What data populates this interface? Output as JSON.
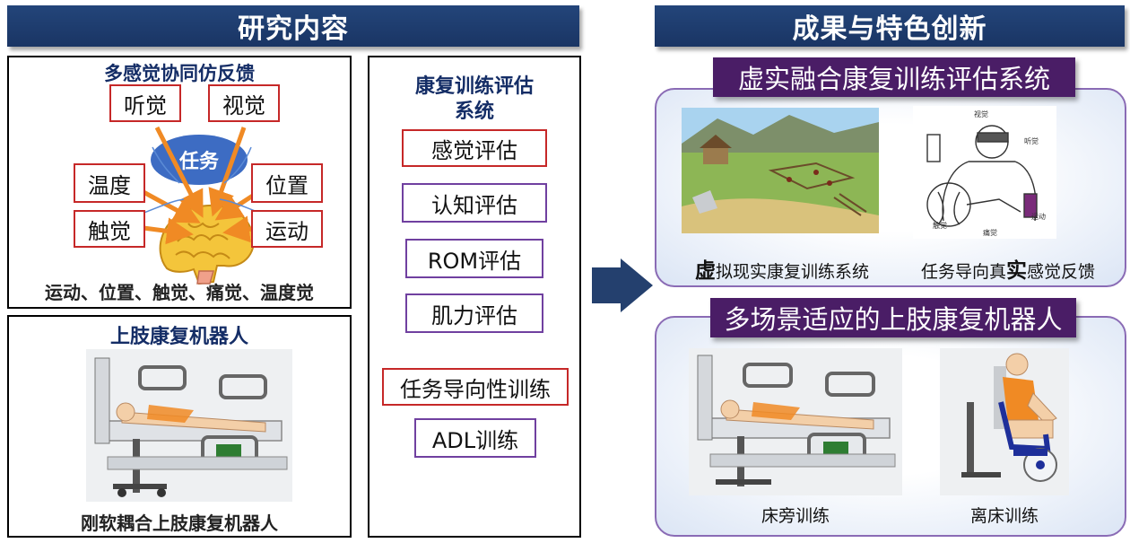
{
  "left_banner": "研究内容",
  "right_banner": "成果与特色创新",
  "feedback": {
    "title": "多感觉协同仿反馈",
    "hearing": "听觉",
    "vision": "视觉",
    "task": "任务",
    "temperature": "温度",
    "position": "位置",
    "touch": "触觉",
    "motion": "运动",
    "caption": "运动、位置、触觉、痛觉、温度觉"
  },
  "robot": {
    "title": "上肢康复机器人",
    "caption": "刚软耦合上肢康复机器人"
  },
  "evaluation": {
    "title_line1": "康复训练评估",
    "title_line2": "系统",
    "items": [
      "感觉评估",
      "认知评估",
      "ROM评估",
      "肌力评估",
      "任务导向性训练",
      "ADL训练"
    ]
  },
  "panel1": {
    "banner": "虚实融合康复训练评估系统",
    "caption_left_em": "虚",
    "caption_left_rest": "拟现实康复训练系统",
    "caption_right_pre": "任务导向真",
    "caption_right_em": "实",
    "caption_right_post": "感觉反馈",
    "sketch_labels": {
      "vision": "视觉",
      "hearing": "听觉",
      "touch": "触觉",
      "pain": "痛觉",
      "motion": "运动"
    }
  },
  "panel2": {
    "banner": "多场景适应的上肢康复机器人",
    "caption_left": "床旁训练",
    "caption_right": "离床训练"
  },
  "colors": {
    "navy": "#1f3f73",
    "purple_banner": "#4a1d66",
    "label_red": "#c62828",
    "label_purple": "#7040a0",
    "arrow": "#24406e"
  }
}
